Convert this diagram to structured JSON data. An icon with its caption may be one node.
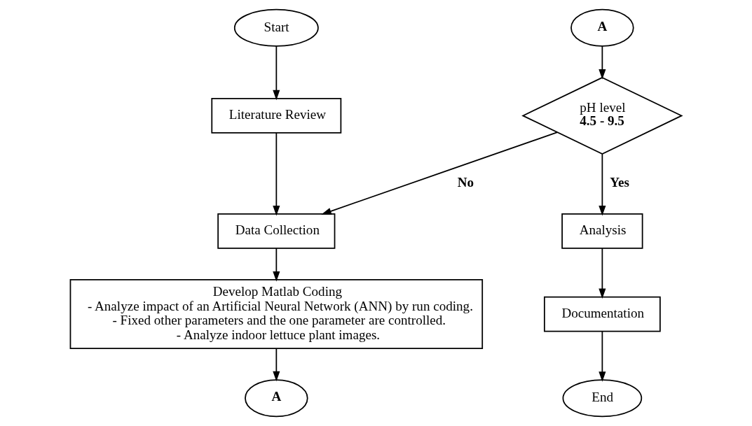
{
  "diagram": {
    "nodes": [
      {
        "text": [
          "Start"
        ]
      },
      {
        "text": [
          "Literature Review"
        ]
      },
      {
        "text": [
          "Data Collection"
        ]
      },
      {
        "text": [
          "Develop Matlab Coding",
          "- Analyze impact of an Artificial Neural Network (ANN) by run coding.",
          "- Fixed other parameters and the one parameter are controlled.",
          "- Analyze indoor lettuce plant images."
        ]
      },
      {
        "text": [
          "A"
        ]
      },
      {
        "text": [
          "A"
        ]
      },
      {
        "text": [
          "pH level",
          "4.5 - 9.5"
        ]
      },
      {
        "text": [
          "Analysis"
        ]
      },
      {
        "text": [
          "Documentation"
        ]
      },
      {
        "text": [
          "End"
        ]
      }
    ],
    "edges": [
      {
        "from": 0,
        "to": 1,
        "arrow": "to"
      },
      {
        "from": 1,
        "to": 2,
        "arrow": "to"
      },
      {
        "from": 2,
        "to": 3,
        "arrow": "to"
      },
      {
        "from": 3,
        "to": 4,
        "arrow": "to"
      },
      {
        "from": 5,
        "to": 6,
        "arrow": "to"
      },
      {
        "from": 6,
        "to": 2,
        "arrow": "to",
        "label": "No"
      },
      {
        "from": 6,
        "to": 7,
        "arrow": "to",
        "label": "Yes"
      },
      {
        "from": 7,
        "to": 8,
        "arrow": "to"
      },
      {
        "from": 8,
        "to": 9,
        "arrow": "to"
      }
    ]
  }
}
